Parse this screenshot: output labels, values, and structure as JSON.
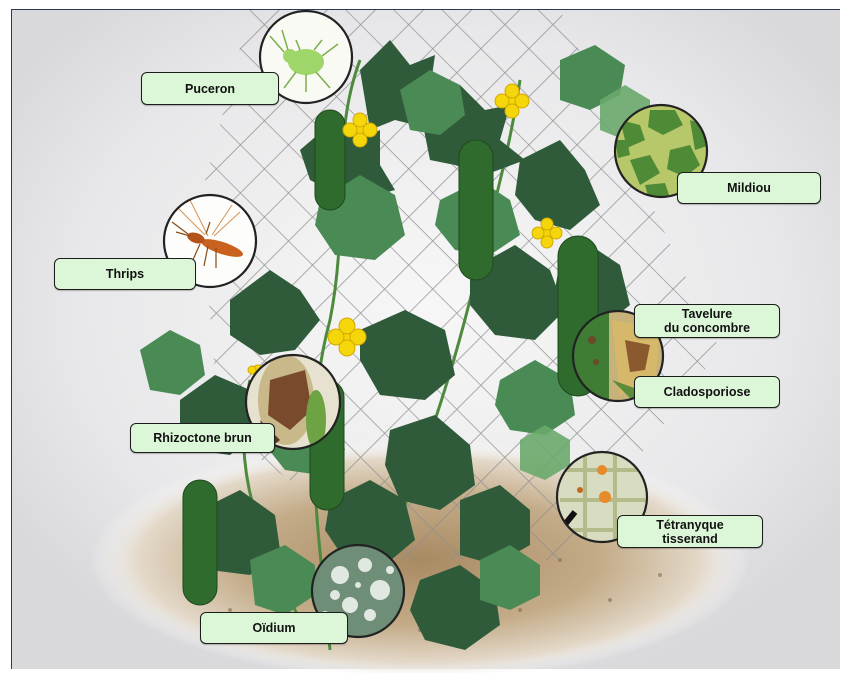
{
  "labels": {
    "puceron": "Puceron",
    "mildiou": "Mildiou",
    "thrips": "Thrips",
    "tavelure_line1": "Tavelure",
    "tavelure_line2": "du concombre",
    "cladosporiose": "Cladosporiose",
    "rhizoctone": "Rhizoctone brun",
    "tetranyque_line1": "Tétranyque",
    "tetranyque_line2": "tisserand",
    "oidium": "Oïdium"
  },
  "colors": {
    "label_fill": "#dcf7d8",
    "leaf_dark": "#2f5b3a",
    "leaf_mid": "#3f7a4d",
    "cucumber": "#2e6b2c",
    "flower": "#f5d60a",
    "soil": "#b89d78"
  },
  "icons": [
    "aphid-icon",
    "thrips-insect-icon",
    "mildew-leaf-icon",
    "scab-cucumber-icon",
    "rhizoctonia-fruit-icon",
    "spider-mite-icon",
    "powdery-mildew-icon"
  ]
}
